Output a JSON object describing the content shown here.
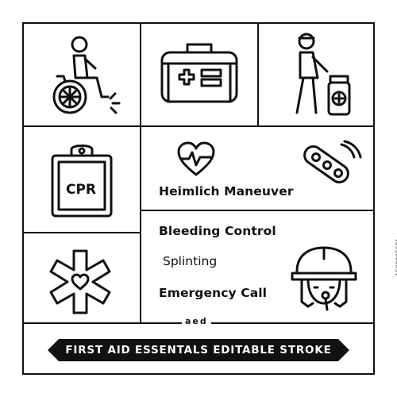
{
  "labels": {
    "cpr": "CPR",
    "heimlich": "Heimlich Maneuver",
    "bleeding": "Bleeding Control",
    "splinting": "Splinting",
    "emergency": "Emergency Call",
    "aed": "aed"
  },
  "banner": {
    "text": "FIRST AID ESSENTALS EDITABLE STROKE"
  },
  "side_id": "1580905681",
  "icons": [
    "wheelchair-user-icon",
    "first-aid-kit-icon",
    "person-with-medicine-icon",
    "cpr-clipboard-icon",
    "heart-pulse-icon",
    "bandage-icon",
    "star-of-life-icon",
    "helmet-person-whistle-icon"
  ],
  "colors": {
    "stroke": "#111111",
    "background": "#ffffff",
    "banner": "#111111",
    "banner_text": "#ffffff"
  }
}
